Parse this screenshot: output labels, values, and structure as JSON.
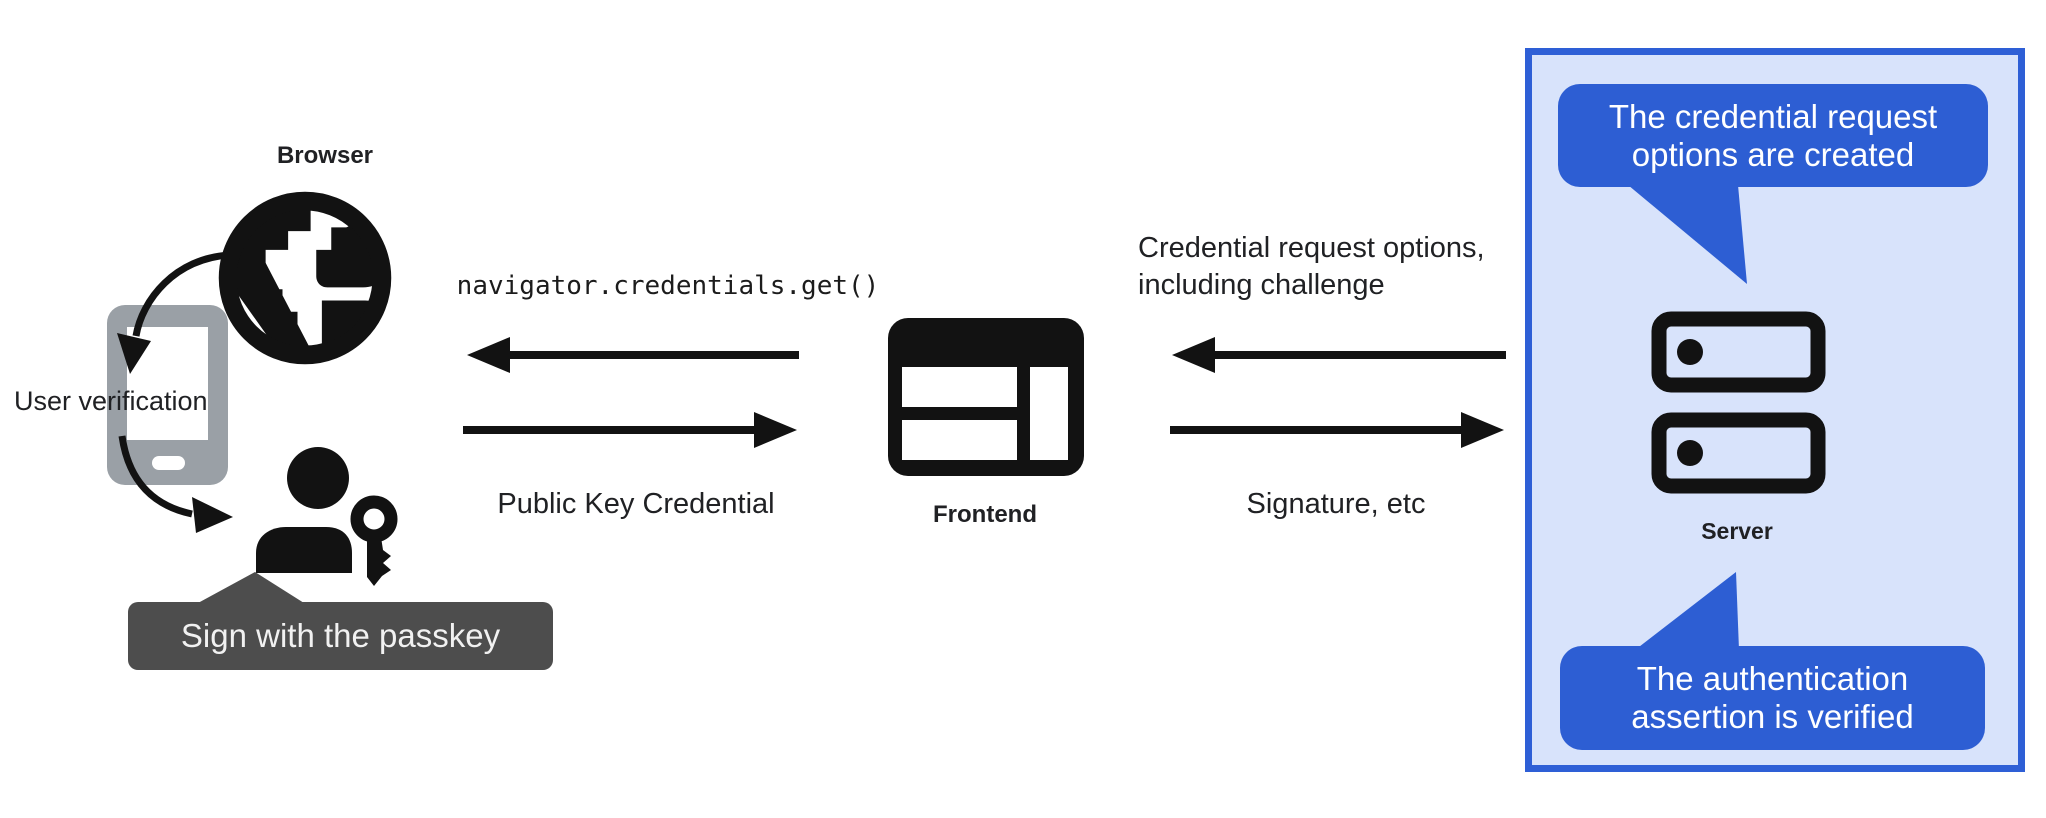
{
  "colors": {
    "panel-bg": "#d8e3fb",
    "panel-border": "#2e5fd6",
    "bubble-blue": "#2d5ed3",
    "dark-label-bg": "#4d4d4d",
    "phone-gray": "#9aa0a6",
    "ink": "#121212",
    "text": "#202124",
    "white": "#ffffff"
  },
  "actors": {
    "browser": {
      "label": "Browser"
    },
    "frontend": {
      "label": "Frontend"
    },
    "server": {
      "label": "Server"
    }
  },
  "annotations": {
    "user_verification": "User verification",
    "passkey_prompt": "Sign with the passkey"
  },
  "messages": {
    "get_call": "navigator.credentials.get()",
    "public_key_credential": "Public Key Credential",
    "credential_request_options_line1": "Credential request options,",
    "credential_request_options_line2": "including challenge",
    "signature": "Signature, etc"
  },
  "callouts": {
    "request_created": {
      "line1": "The credential request",
      "line2": "options are created"
    },
    "assertion_verified": {
      "line1": "The authentication",
      "line2": "assertion is verified"
    }
  }
}
